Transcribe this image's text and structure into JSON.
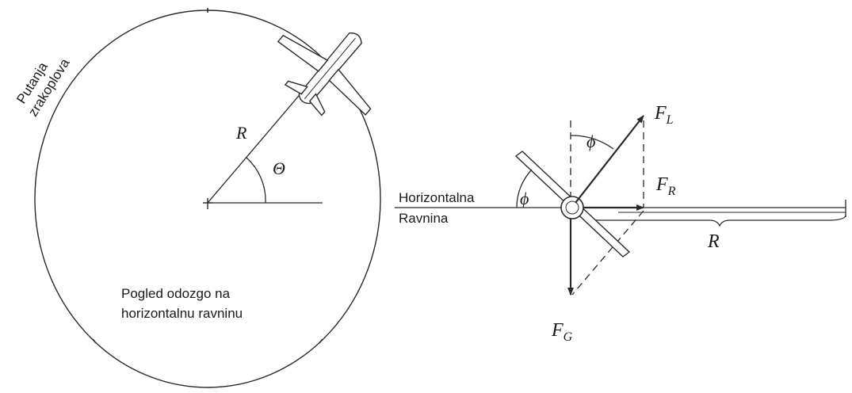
{
  "left": {
    "path_label_line1": "Putanja",
    "path_label_line2": "zrakoplova",
    "radius_label": "R",
    "angle_label": "Θ",
    "caption_line1": "Pogled odozgo na",
    "caption_line2": "horizontalnu ravninu"
  },
  "right": {
    "lift_label": "F",
    "lift_sub": "L",
    "radial_label": "F",
    "radial_sub": "R",
    "weight_label": "F",
    "weight_sub": "G",
    "bank_angle_top": "ϕ",
    "bank_angle_left": "ϕ",
    "plane_label_line1": "Horizontalna",
    "plane_label_line2": "Ravnina",
    "radius_label": "R"
  }
}
